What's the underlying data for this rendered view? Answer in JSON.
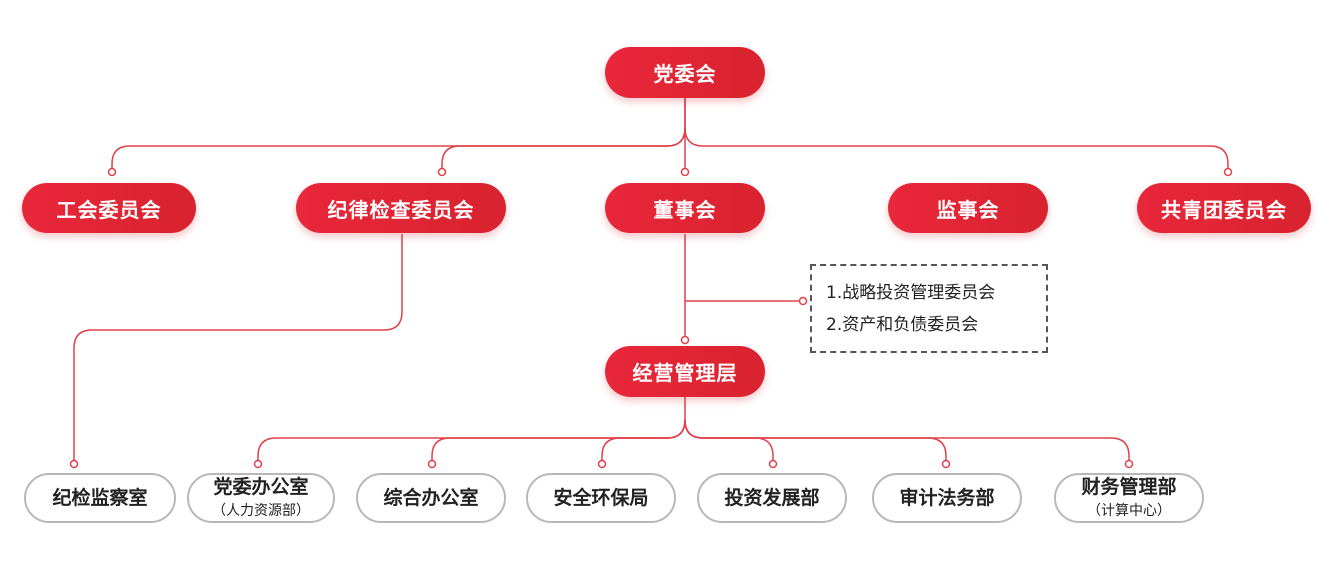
{
  "top": {
    "label": "党委会"
  },
  "level2": [
    {
      "label": "工会委员会"
    },
    {
      "label": "纪律检查委员会"
    },
    {
      "label": "董事会"
    },
    {
      "label": "监事会"
    },
    {
      "label": "共青团委员会"
    }
  ],
  "committees": [
    "1.战略投资管理委员会",
    "2.资产和负债委员会"
  ],
  "management": {
    "label": "经营管理层"
  },
  "departments": [
    {
      "label": "纪检监察室",
      "sub": ""
    },
    {
      "label": "党委办公室",
      "sub": "（人力资源部）"
    },
    {
      "label": "综合办公室",
      "sub": ""
    },
    {
      "label": "安全环保局",
      "sub": ""
    },
    {
      "label": "投资发展部",
      "sub": ""
    },
    {
      "label": "审计法务部",
      "sub": ""
    },
    {
      "label": "财务管理部",
      "sub": "（计算中心）"
    }
  ],
  "colors": {
    "accent": "#e02633",
    "line": "#e0404a",
    "border": "#b8b8b8"
  }
}
